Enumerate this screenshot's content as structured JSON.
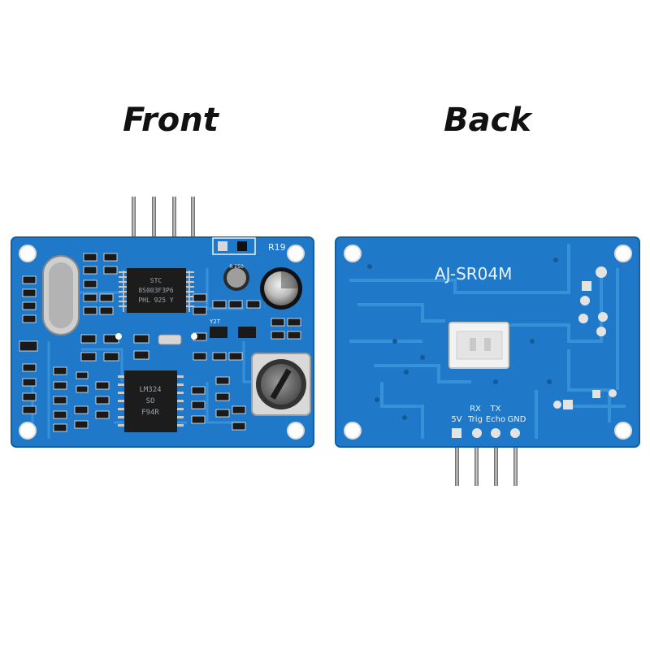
{
  "headings": {
    "front": "Front",
    "back": "Back"
  },
  "front_board": {
    "silkscreen": {
      "resistor_label": "R19",
      "transistor_label": "Y2T",
      "cap_marking": "R 250"
    },
    "chips": {
      "upper_chip": [
        "STC",
        "8S003F3P6",
        "PHL 925 Y"
      ],
      "lower_chip": [
        "LM324",
        "SO",
        "F94R"
      ]
    }
  },
  "back_board": {
    "model": "AJ-SR04M",
    "pin_labels_top": [
      "RX",
      "TX"
    ],
    "pin_labels_bottom": [
      "5V",
      "Trig",
      "Echo",
      "GND"
    ]
  },
  "colors": {
    "pcb_blue": "#1f78c8",
    "pcb_edge": "#14609f",
    "trace_blue": "#3890d8",
    "silkscreen": "#e9f3fb",
    "connector": "#f2f2f2",
    "pin_metal": "#8c8c8c",
    "chip_black": "#1c1c1c"
  }
}
